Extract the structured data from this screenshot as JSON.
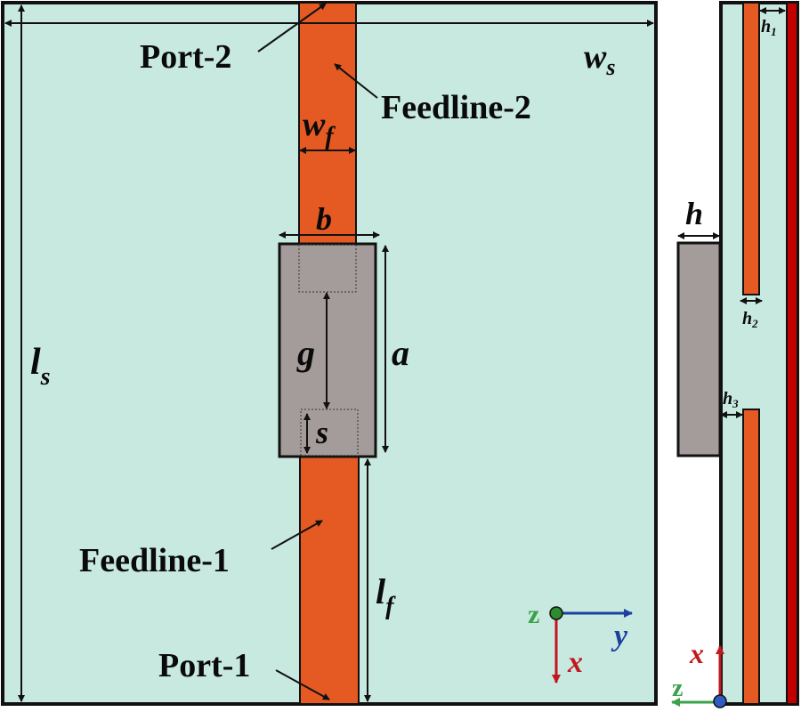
{
  "colors": {
    "substrate": "#c8e9e0",
    "feedline": "#e55a22",
    "dielectric_resonator": "#a49c9a",
    "ground_plane": "#c00000",
    "outline": "#111111",
    "axis_x": "#c0181e",
    "axis_y": "#1f3fa0",
    "axis_z": "#3aa24a",
    "origin_top": "#2e8b2e",
    "origin_side": "#2f5cc4"
  },
  "top_view": {
    "labels": {
      "port2": "Port-2",
      "feedline2": "Feedline-2",
      "feedline1": "Feedline-1",
      "port1": "Port-1"
    },
    "dimensions": {
      "ws": {
        "main": "w",
        "sub": "s"
      },
      "ls": {
        "main": "l",
        "sub": "s"
      },
      "wf": {
        "main": "w",
        "sub": "f"
      },
      "lf": {
        "main": "l",
        "sub": "f"
      },
      "b": {
        "main": "b"
      },
      "a": {
        "main": "a"
      },
      "g": {
        "main": "g"
      },
      "s": {
        "main": "s"
      }
    },
    "axes": {
      "z": "z",
      "y": "y",
      "x": "x"
    }
  },
  "side_view": {
    "dimensions": {
      "h": {
        "main": "h"
      },
      "h1": {
        "main": "h",
        "sub": "1"
      },
      "h2": {
        "main": "h",
        "sub": "2"
      },
      "h3": {
        "main": "h",
        "sub": "3"
      }
    },
    "axes": {
      "x": "x",
      "z": "z"
    }
  }
}
